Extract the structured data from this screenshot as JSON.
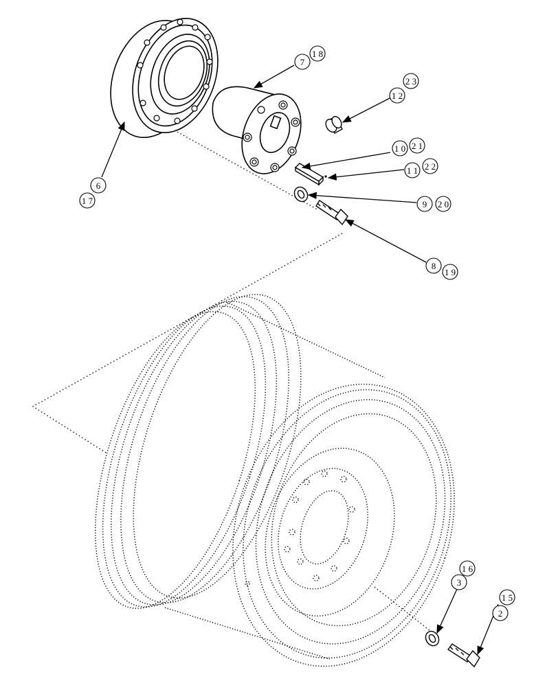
{
  "diagram": {
    "callouts": [
      {
        "id": "c6",
        "text": "6"
      },
      {
        "id": "c17",
        "text": "1 7"
      },
      {
        "id": "c7",
        "text": "7"
      },
      {
        "id": "c18",
        "text": "1 8"
      },
      {
        "id": "c23",
        "text": "2 3"
      },
      {
        "id": "c12",
        "text": "1 2"
      },
      {
        "id": "c10",
        "text": "1 0"
      },
      {
        "id": "c21",
        "text": "2 1"
      },
      {
        "id": "c11",
        "text": "1 1"
      },
      {
        "id": "c22",
        "text": "2 2"
      },
      {
        "id": "c9",
        "text": "9"
      },
      {
        "id": "c20",
        "text": "2 0"
      },
      {
        "id": "c8",
        "text": "8"
      },
      {
        "id": "c19",
        "text": "1 9"
      },
      {
        "id": "c16",
        "text": "1 6"
      },
      {
        "id": "c3",
        "text": "3"
      },
      {
        "id": "c15",
        "text": "1 5"
      },
      {
        "id": "c2",
        "text": "2"
      }
    ]
  }
}
